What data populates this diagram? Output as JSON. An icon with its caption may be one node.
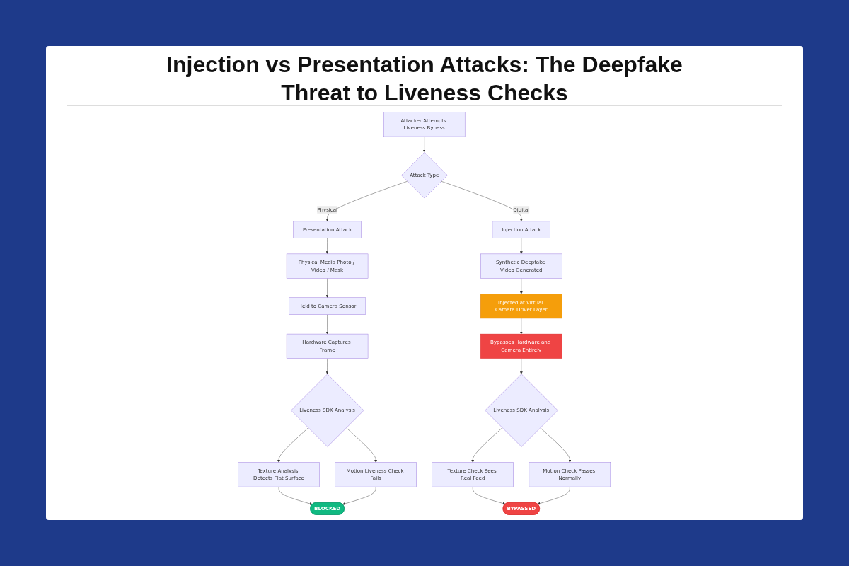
{
  "diagram": {
    "title": "Injection vs Presentation Attacks: The Deepfake Threat to Liveness Checks",
    "nodes": [
      {
        "text": [
          "Attacker Attempts Liveness Bypass"
        ]
      },
      {
        "text": [
          "Attack Type"
        ]
      },
      {
        "text": [
          "Presentation Attack"
        ]
      },
      {
        "text": [
          "Injection Attack"
        ]
      },
      {
        "text": [
          "Physical Media Photo / Video / Mask"
        ]
      },
      {
        "text": [
          "Synthetic Deepfake Video Generated"
        ]
      },
      {
        "text": [
          "Held to Camera Sensor"
        ]
      },
      {
        "text": [
          "Injected at Virtual Camera Driver Layer"
        ]
      },
      {
        "text": [
          "Hardware Captures Frame"
        ]
      },
      {
        "text": [
          "Bypasses Hardware and Camera Entirely"
        ]
      },
      {
        "text": [
          "Liveness SDK Analysis"
        ]
      },
      {
        "text": [
          "Liveness SDK Analysis"
        ]
      },
      {
        "text": [
          "Texture Analysis Detects Flat Surface"
        ]
      },
      {
        "text": [
          "Motion Liveness Check Fails"
        ]
      },
      {
        "text": [
          "Texture Check Sees Real Feed"
        ]
      },
      {
        "text": [
          "Motion Check Passes Normally"
        ]
      },
      {
        "text": [
          "BLOCKED"
        ]
      },
      {
        "text": [
          "BYPASSED"
        ]
      }
    ],
    "edges": [
      {
        "from": 0,
        "to": 1,
        "arrow": "to"
      },
      {
        "from": 1,
        "to": 2,
        "label": "Physical",
        "arrow": "to"
      },
      {
        "from": 1,
        "to": 3,
        "label": "Digital",
        "arrow": "to"
      },
      {
        "from": 2,
        "to": 4,
        "arrow": "to"
      },
      {
        "from": 4,
        "to": 6,
        "arrow": "to"
      },
      {
        "from": 6,
        "to": 8,
        "arrow": "to"
      },
      {
        "from": 8,
        "to": 10,
        "arrow": "to"
      },
      {
        "from": 10,
        "to": 12,
        "arrow": "to"
      },
      {
        "from": 10,
        "to": 13,
        "arrow": "to"
      },
      {
        "from": 12,
        "to": 16,
        "arrow": "to"
      },
      {
        "from": 13,
        "to": 16,
        "arrow": "to"
      },
      {
        "from": 3,
        "to": 5,
        "arrow": "to"
      },
      {
        "from": 5,
        "to": 7,
        "arrow": "to"
      },
      {
        "from": 7,
        "to": 9,
        "arrow": "to"
      },
      {
        "from": 9,
        "to": 11,
        "arrow": "to"
      },
      {
        "from": 11,
        "to": 14,
        "arrow": "to"
      },
      {
        "from": 11,
        "to": 15,
        "arrow": "to"
      },
      {
        "from": 14,
        "to": 17,
        "arrow": "to"
      },
      {
        "from": 15,
        "to": 17,
        "arrow": "to"
      }
    ]
  }
}
